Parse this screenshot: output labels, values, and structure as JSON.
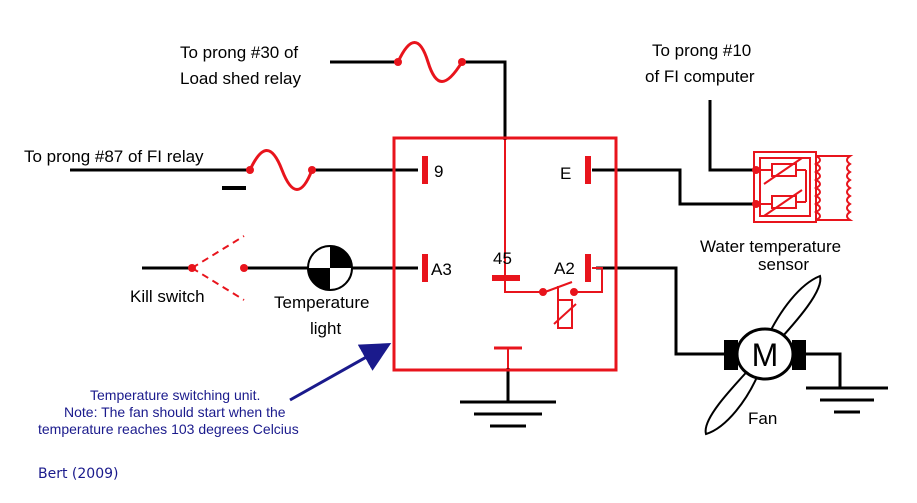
{
  "labels": {
    "load_shed_line1": "To prong #30 of",
    "load_shed_line2": "Load shed relay",
    "fi_computer_line1": "To prong #10",
    "fi_computer_line2": "of FI computer",
    "fi_relay": "To prong #87 of FI relay",
    "kill_switch": "Kill switch",
    "temp_light_line1": "Temperature",
    "temp_light_line2": "light",
    "water_sensor_line1": "Water temperature",
    "water_sensor_line2": "sensor",
    "fan": "Fan",
    "motor": "M"
  },
  "pins": {
    "p9": "9",
    "pE": "E",
    "pA3": "A3",
    "p45": "45",
    "pA2": "A2"
  },
  "note": {
    "line1": "Temperature switching unit.",
    "line2": "Note: The fan should start when the",
    "line3": "temperature reaches 103 degrees Celcius"
  },
  "credit": "Bert (2009)",
  "colors": {
    "wire": "#000000",
    "unit": "#e8141c",
    "note": "#1a1a8c"
  }
}
